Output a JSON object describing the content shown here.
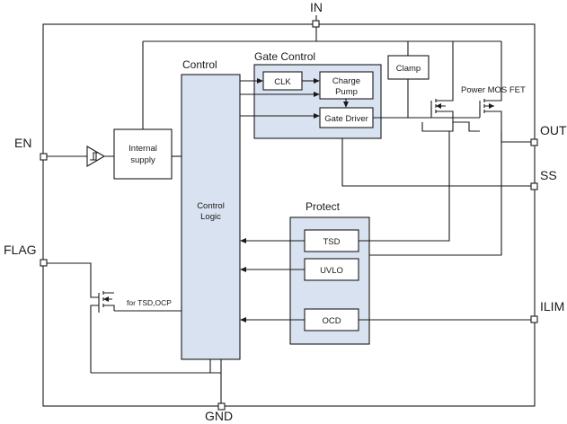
{
  "pins": {
    "in": "IN",
    "en": "EN",
    "flag": "FLAG",
    "out": "OUT",
    "ss": "SS",
    "ilim": "ILIM",
    "gnd": "GND"
  },
  "blocks": {
    "control_title": "Control",
    "control_logic_line1": "Control",
    "control_logic_line2": "Logic",
    "gate_control_title": "Gate Control",
    "clk": "CLK",
    "charge_pump_line1": "Charge",
    "charge_pump_line2": "Pump",
    "gate_driver": "Gate Driver",
    "clamp": "Clamp",
    "power_mosfet": "Power MOS FET",
    "internal_supply_line1": "Internal",
    "internal_supply_line2": "supply",
    "protect_title": "Protect",
    "tsd": "TSD",
    "uvlo": "UVLO",
    "ocd": "OCD",
    "flag_note": "for TSD,OCP"
  },
  "colors": {
    "block_fill": "#d9e2f0",
    "line": "#1a1a1a",
    "background": "#ffffff"
  }
}
